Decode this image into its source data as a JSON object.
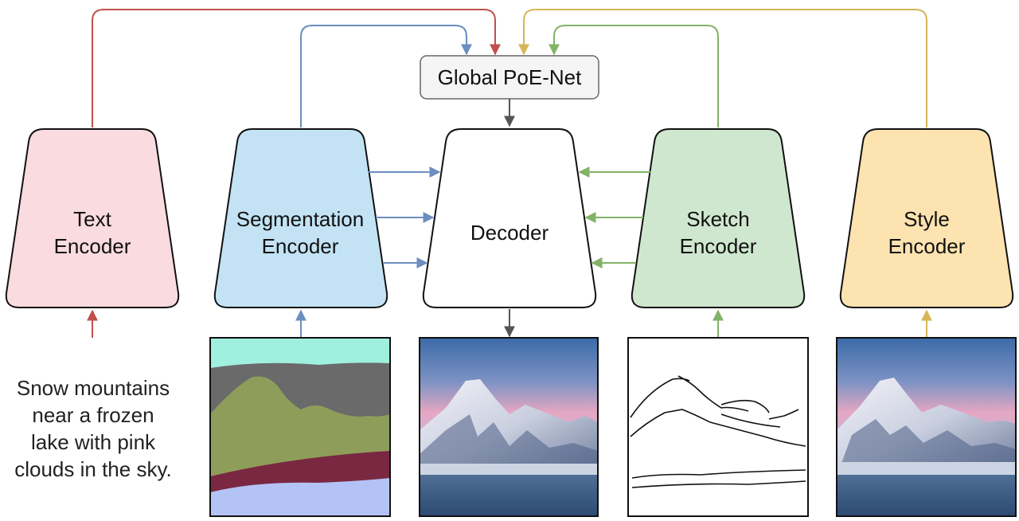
{
  "nodes": {
    "global_poe": "Global PoE-Net",
    "decoder": "Decoder",
    "text_encoder": [
      "Text",
      "Encoder"
    ],
    "segmentation_encoder": [
      "Segmentation",
      "Encoder"
    ],
    "sketch_encoder": [
      "Sketch",
      "Encoder"
    ],
    "style_encoder": [
      "Style",
      "Encoder"
    ]
  },
  "caption_lines": [
    "Snow mountains",
    "near a frozen",
    "lake with pink",
    "clouds in the sky."
  ],
  "colors": {
    "text": "#c0504d",
    "segmentation": "#6c8ebf",
    "sketch": "#82b366",
    "style": "#d6b656",
    "decoder": "#555555",
    "text_fill": "#fadbe0",
    "segmentation_fill": "#c3e3f5",
    "sketch_fill": "#cfe7cf",
    "style_fill": "#fde3b0",
    "poe_fill": "#f5f5f5"
  },
  "images": {
    "segmentation_map": "segmentation-map-image",
    "generated_output": "mountain-photo-output",
    "sketch": "sketch-line-drawing",
    "style_reference": "mountain-style-reference"
  }
}
